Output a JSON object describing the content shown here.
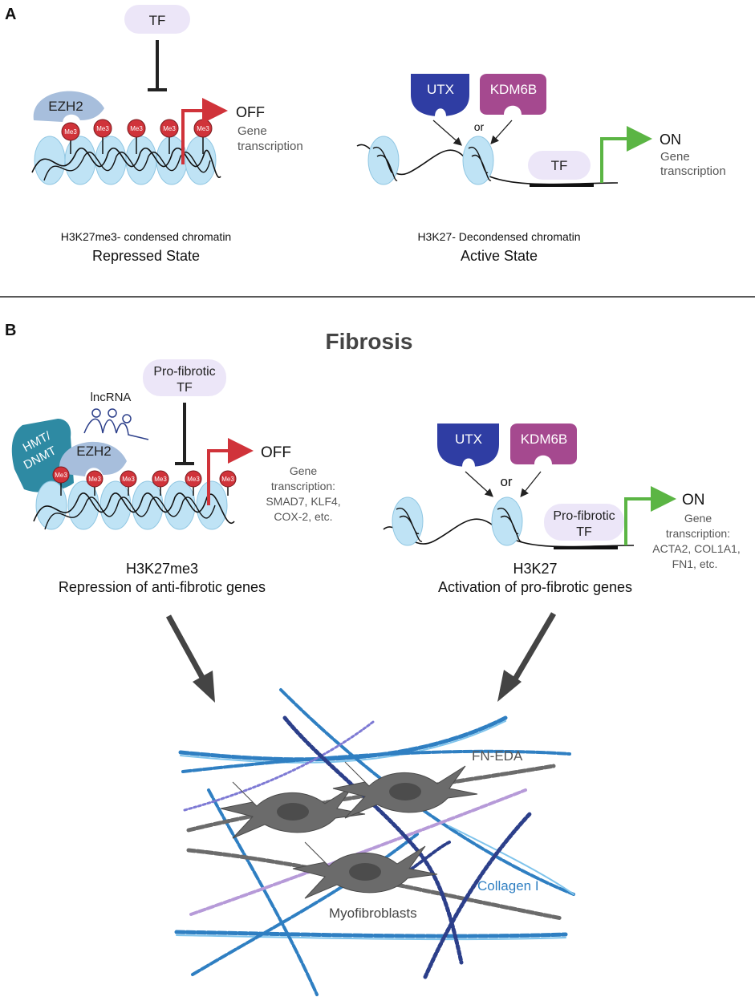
{
  "panel_a": {
    "label": "A",
    "left": {
      "tf": "TF",
      "ezh2": "EZH2",
      "me3": "Me3",
      "state_word": "OFF",
      "gene_line1": "Gene",
      "gene_line2": "transcription",
      "caption1": "H3K27me3- condensed chromatin",
      "caption2": "Repressed State"
    },
    "right": {
      "utx": "UTX",
      "kdm6b": "KDM6B",
      "or": "or",
      "tf": "TF",
      "state_word": "ON",
      "gene_line1": "Gene",
      "gene_line2": "transcription",
      "caption1": "H3K27- Decondensed chromatin",
      "caption2": "Active State"
    }
  },
  "panel_b": {
    "label": "B",
    "title": "Fibrosis",
    "left": {
      "tf_line1": "Pro-fibrotic",
      "tf_line2": "TF",
      "lncrna": "lncRNA",
      "hmt_line1": "HMT/",
      "hmt_line2": "DNMT",
      "ezh2": "EZH2",
      "me3": "Me3",
      "state_word": "OFF",
      "gene_lines": [
        "Gene",
        "transcription:",
        "SMAD7, KLF4,",
        "COX-2, etc."
      ],
      "caption1": "H3K27me3",
      "caption2": "Repression of anti-fibrotic genes"
    },
    "right": {
      "utx": "UTX",
      "kdm6b": "KDM6B",
      "or": "or",
      "tf_line1": "Pro-fibrotic",
      "tf_line2": "TF",
      "state_word": "ON",
      "gene_lines": [
        "Gene",
        "transcription:",
        "ACTA2, COL1A1,",
        "FN1, etc."
      ],
      "caption1": "H3K27",
      "caption2": "Activation of pro-fibrotic genes"
    },
    "matrix": {
      "fn_eda": "FN-EDA",
      "collagen": "Collagen I",
      "myofibroblasts": "Myofibroblasts"
    }
  },
  "colors": {
    "nucleosome": "#bfe3f5",
    "me3": "#d0333a",
    "off_arrow": "#d0333a",
    "on_arrow": "#5bb544",
    "utx": "#2f3da3",
    "kdm6b": "#a5498f",
    "ezh2": "#a7bedc",
    "tf_bg": "#ece6f8",
    "hmt": "#2e8aa3"
  }
}
